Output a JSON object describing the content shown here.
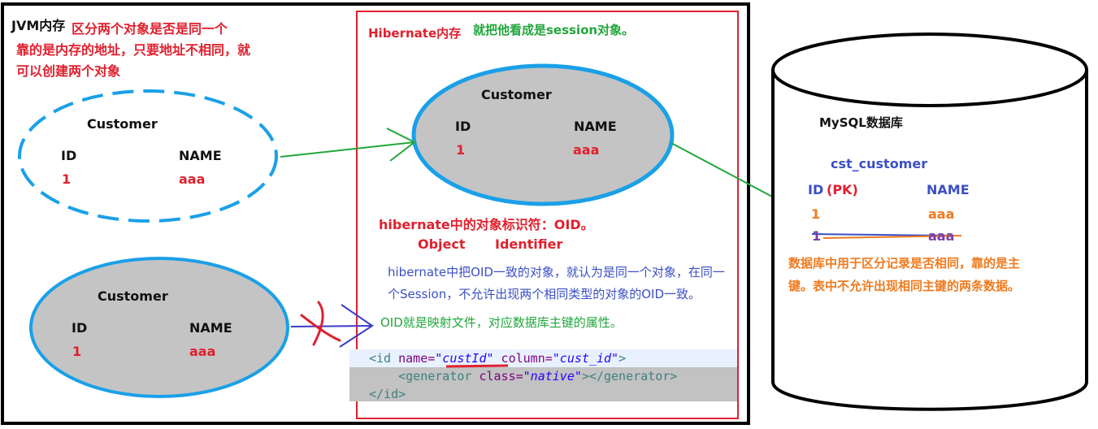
{
  "jvm": {
    "title": "JVM内存",
    "note_lines": [
      "区分两个对象是否是同一个",
      "靠的是内存的地址，只要地址不相同，就",
      "可以创建两个对象"
    ]
  },
  "object_top_left": {
    "entity": "Customer",
    "col_id": "ID",
    "col_name": "NAME",
    "val_id": "1",
    "val_name": "aaa"
  },
  "object_bottom_left": {
    "entity": "Customer",
    "col_id": "ID",
    "col_name": "NAME",
    "val_id": "1",
    "val_name": "aaa"
  },
  "hibernate": {
    "title": "Hibernate内存",
    "note": "就把他看成是session对象。",
    "object": {
      "entity": "Customer",
      "col_id": "ID",
      "col_name": "NAME",
      "val_id": "1",
      "val_name": "aaa"
    },
    "oid_heading": "hibernate中的对象标识符：OID。",
    "oid_word1": "Object",
    "oid_word2": "Identifier",
    "oid_desc_lines": [
      "hibernate中把OID一致的对象，就认为是同一个对象，在同一",
      "个Session，不允许出现两个相同类型的对象的OID一致。"
    ],
    "oid_mapping": "OID就是映射文件，对应数据库主键的属性。"
  },
  "code": {
    "line1": {
      "open": "<id ",
      "a1": "name=",
      "v1": "\"custId\"",
      "a2": " column=",
      "v2": "\"cust_id\"",
      "close": ">"
    },
    "line2": {
      "open": "    <generator ",
      "a1": "class=",
      "v1": "\"native\"",
      "close": "></generator>"
    },
    "line3": "</id>"
  },
  "database": {
    "title": "MySQL数据库",
    "table": "cst_customer",
    "col_id": "ID",
    "pk": "(PK)",
    "col_name": "NAME",
    "row1_id": "1",
    "row1_name": "aaa",
    "row2_id": "1",
    "row2_name": "aaa",
    "note_lines": [
      "数据库中用于区分记录是否相同，靠的是主",
      "键。表中不允许出现相同主键的两条数据。"
    ]
  },
  "colors": {
    "red": "#e0202e",
    "green": "#22a63c",
    "blue": "#3b4fc4",
    "orange": "#f07a1e",
    "ellipse_stroke": "#1aa0e8",
    "ellipse_fill": "#c4c4c4"
  }
}
